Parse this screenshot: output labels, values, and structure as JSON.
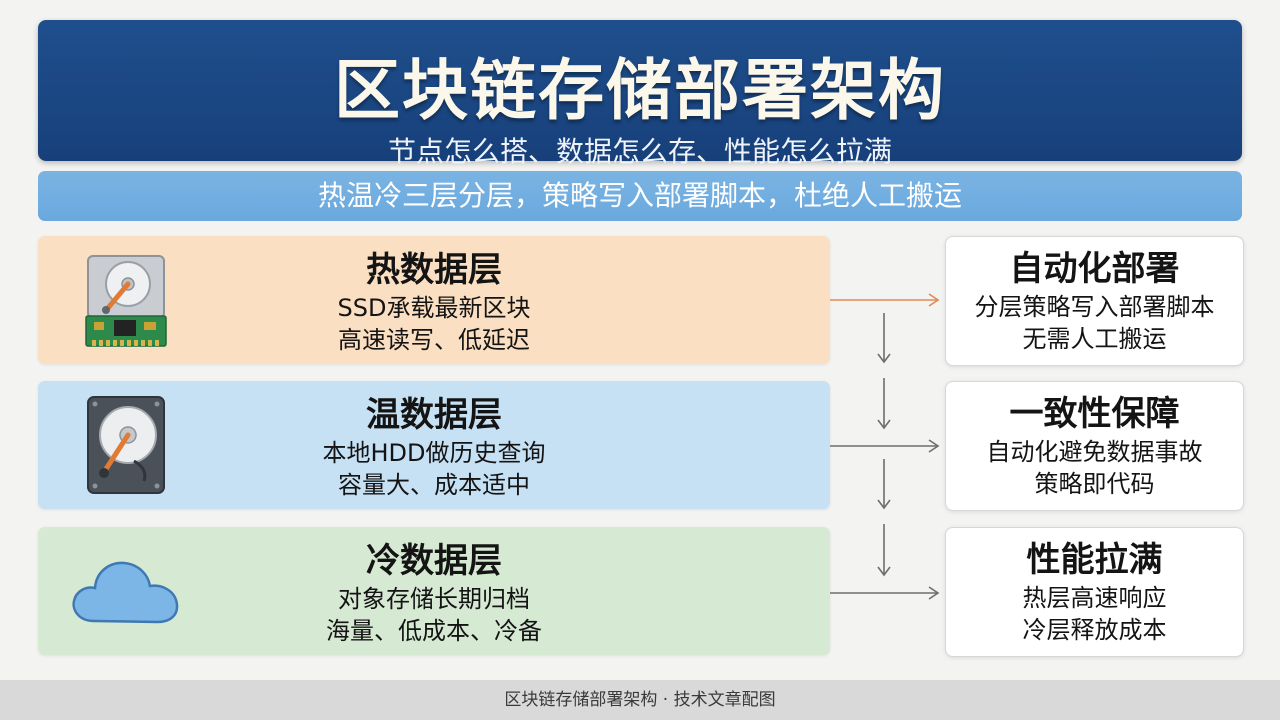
{
  "header": {
    "title": "区块链存储部署架构",
    "subtitle": "节点怎么搭、数据怎么存、性能怎么拉满"
  },
  "banner": {
    "text": "热温冷三层分层，策略写入部署脚本，杜绝人工搬运"
  },
  "layers": [
    {
      "title": "热数据层",
      "line1": "SSD承载最新区块",
      "line2": "高速读写、低延迟",
      "icon": "ssd-drive-icon",
      "color": "#fbdfc2"
    },
    {
      "title": "温数据层",
      "line1": "本地HDD做历史查询",
      "line2": "容量大、成本适中",
      "icon": "hard-disk-icon",
      "color": "#c6e0f4"
    },
    {
      "title": "冷数据层",
      "line1": "对象存储长期归档",
      "line2": "海量、低成本、冷备",
      "icon": "cloud-icon",
      "color": "#d6e9d3"
    }
  ],
  "cards": [
    {
      "title": "自动化部署",
      "line1": "分层策略写入部署脚本",
      "line2": "无需人工搬运"
    },
    {
      "title": "一致性保障",
      "line1": "自动化避免数据事故",
      "line2": "策略即代码"
    },
    {
      "title": "性能拉满",
      "line1": "热层高速响应",
      "line2": "冷层释放成本"
    }
  ],
  "footer": {
    "caption": "区块链存储部署架构 · 技术文章配图"
  },
  "colors": {
    "header_bg": "#1f4f8d",
    "banner_bg": "#6aa8dd",
    "hot_arrow": "#e08a55",
    "arrow": "#6e6e6e"
  }
}
